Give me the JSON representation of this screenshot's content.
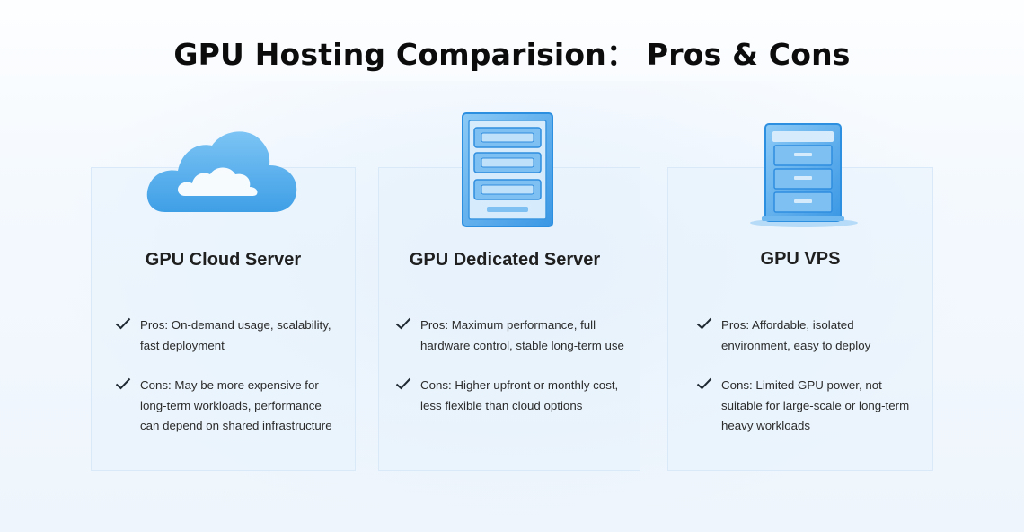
{
  "page": {
    "title": "GPU Hosting Comparision： Pros & Cons"
  },
  "colors": {
    "check": "#1f2a33",
    "illustration_blue": "#5ab0ee",
    "illustration_dark": "#2d8fe0",
    "card_bg": "#e8f2fc"
  },
  "cards": [
    {
      "title": "GPU Cloud Server",
      "icon": "cloud-icon",
      "pros_lines": [
        "Pros: On-demand usage, scalability,",
        "fast deployment"
      ],
      "cons_lines": [
        "Cons: May be more expensive for",
        "long-term workloads, performance",
        "can depend on shared infrastructure"
      ]
    },
    {
      "title": "GPU Dedicated Server",
      "icon": "server-rack-icon",
      "pros_lines": [
        "Pros: Maximum performance, full",
        "hardware control, stable long-term use"
      ],
      "cons_lines": [
        "Cons: Higher upfront or monthly cost,",
        "less flexible than cloud options"
      ]
    },
    {
      "title": "GPU VPS",
      "icon": "server-cabinet-icon",
      "pros_lines": [
        "Pros: Affordable, isolated",
        "environment, easy to deploy"
      ],
      "cons_lines": [
        "Cons: Limited GPU power, not",
        "suitable for large-scale or long-term",
        "heavy workloads"
      ]
    }
  ]
}
